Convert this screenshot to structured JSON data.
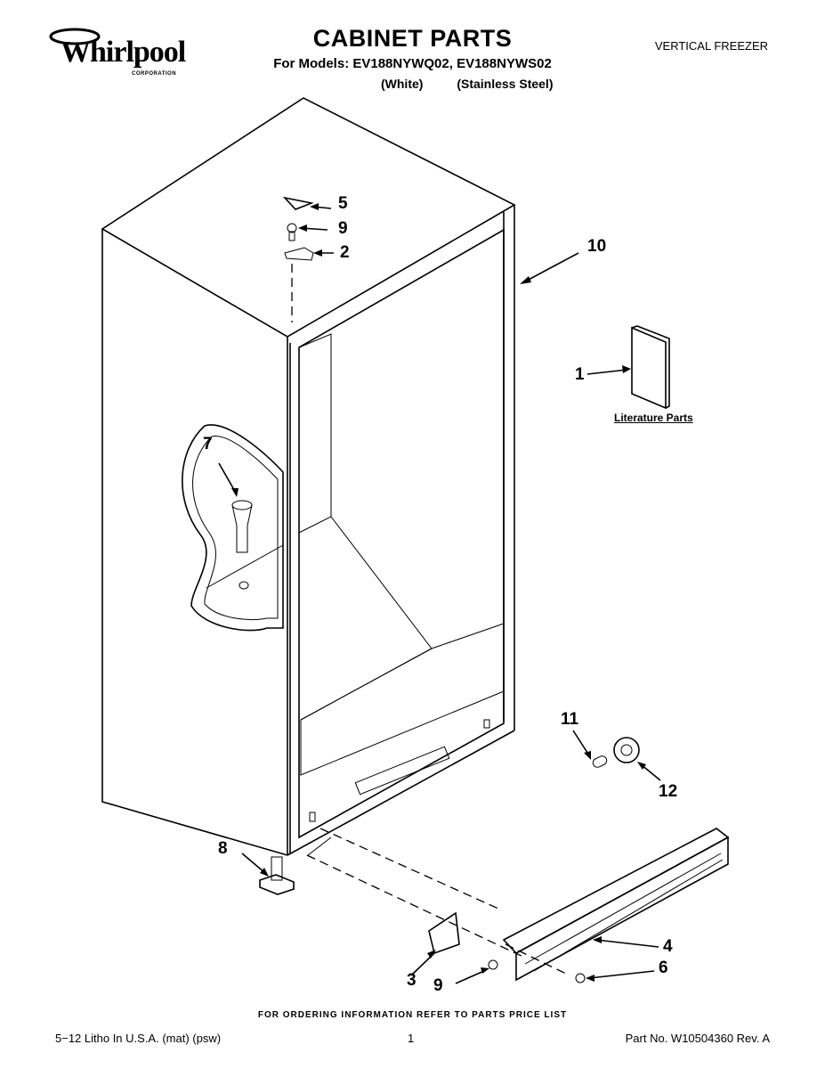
{
  "brand": {
    "name": "Whirlpool",
    "sub": "CORPORATION"
  },
  "header": {
    "title": "CABINET PARTS",
    "models": "For Models: EV188NYWQ02, EV188NYWS02",
    "variant_white": "(White)",
    "variant_stainless": "(Stainless Steel)",
    "category": "VERTICAL FREEZER"
  },
  "diagram": {
    "callouts": [
      "1",
      "2",
      "3",
      "4",
      "5",
      "6",
      "7",
      "8",
      "9",
      "9",
      "10",
      "11",
      "12"
    ],
    "literature_label": "Literature Parts"
  },
  "footer": {
    "note": "FOR ORDERING INFORMATION REFER TO PARTS PRICE LIST",
    "litho": "5−12 Litho In U.S.A. (mat) (psw)",
    "page": "1",
    "part_no": "Part No. W10504360 Rev. A"
  }
}
